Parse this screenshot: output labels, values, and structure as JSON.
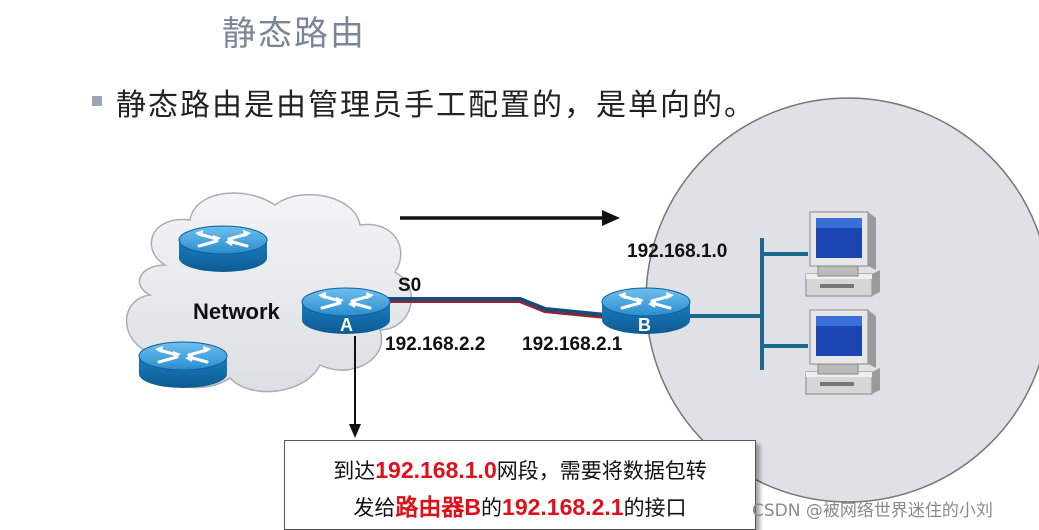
{
  "title": "静态路由",
  "subtitle": "静态路由是由管理员手工配置的，是单向的。",
  "diagram": {
    "cloud_label": "Network",
    "router_a": "A",
    "router_b": "B",
    "interface": "S0",
    "ip_a": "192.168.2.2",
    "ip_b": "192.168.2.1",
    "lan": "192.168.1.0"
  },
  "callout": {
    "line1_prefix": "到达",
    "line1_red": "192.168.1.0",
    "line1_suffix": "网段，需要将数据包转",
    "line2_prefix": "发给",
    "line2_red1": "路由器B",
    "line2_mid": "的",
    "line2_red2": "192.168.2.1",
    "line2_suffix": "的接口"
  },
  "watermark": "CSDN @被网络世界迷住的小刘",
  "colors": {
    "router": "#1473b8",
    "router_top": "#3a9ad6",
    "cloud": "#e9ebee",
    "lan_circle": "#dfe1e6",
    "lan_bus": "#1b6a8c",
    "callout_red": "#e0101a"
  },
  "icons": [
    "router-icon",
    "workstation-icon",
    "arrow-icon"
  ]
}
